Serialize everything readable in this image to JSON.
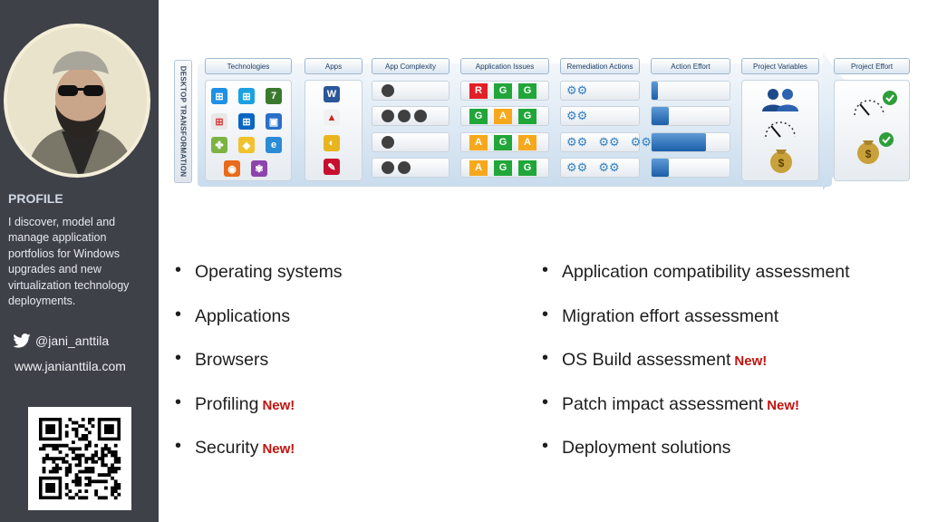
{
  "sidebar": {
    "heading": "PROFILE",
    "description": "I discover, model and manage application portfolios for Windows upgrades and new virtualization technology deployments.",
    "twitter_handle": "@jani_anttila",
    "website": "www.janianttila.com"
  },
  "diagram": {
    "vertical_label": "DESKTOP TRANSFORMATION",
    "columns": [
      "Technologies",
      "Apps",
      "App Complexity",
      "Application Issues",
      "Remediation Actions",
      "Action Effort",
      "Project Variables",
      "Project Effort"
    ],
    "complexity_dots": [
      1,
      3,
      1,
      2
    ],
    "issues": [
      [
        "R",
        "G",
        "G"
      ],
      [
        "G",
        "A",
        "G"
      ],
      [
        "A",
        "G",
        "A"
      ],
      [
        "A",
        "G",
        "G"
      ]
    ],
    "remediation_cogs": [
      1,
      1,
      3,
      2
    ],
    "action_effort": [
      0.08,
      0.22,
      0.7,
      0.22
    ]
  },
  "left_list": [
    {
      "label": "Operating systems",
      "badge": ""
    },
    {
      "label": "Applications",
      "badge": ""
    },
    {
      "label": "Browsers",
      "badge": ""
    },
    {
      "label": "Profiling",
      "badge": "New!"
    },
    {
      "label": "Security",
      "badge": "New!"
    }
  ],
  "right_list": [
    {
      "label": "Application compatibility assessment",
      "badge": ""
    },
    {
      "label": "Migration effort assessment",
      "badge": ""
    },
    {
      "label": "OS Build assessment",
      "badge": "New!"
    },
    {
      "label": "Patch impact assessment",
      "badge": "New!"
    },
    {
      "label": "Deployment solutions",
      "badge": ""
    }
  ],
  "colors": {
    "sidebar_bg": "#3f4149",
    "new_badge": "#c0150f",
    "red": "#e21f26",
    "green": "#21a63a",
    "amber": "#f6a81d"
  }
}
